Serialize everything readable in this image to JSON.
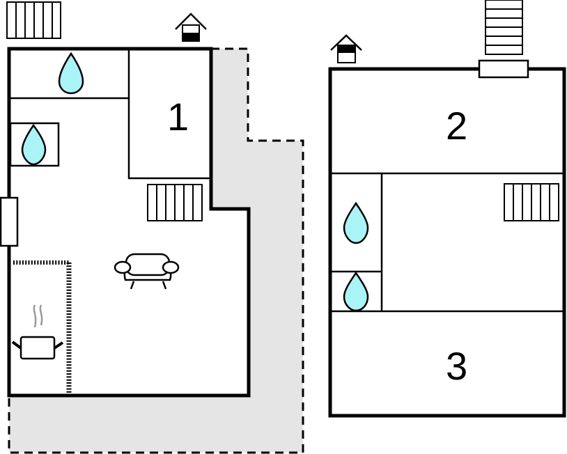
{
  "floor_plan": {
    "colors": {
      "wall": "#000000",
      "outdoor_area": "#e5e5e5",
      "water_drop": "#aaf4f8",
      "steam": "#999999",
      "background": "#ffffff"
    },
    "left_floor": {
      "rooms": [
        {
          "id": "room-1",
          "label": "1"
        }
      ],
      "icons": [
        "staircase-icon",
        "floor-indicator-icon",
        "water-drop-icon",
        "water-drop-icon",
        "staircase-icon",
        "armchair-icon",
        "cooking-pot-icon",
        "window-icon"
      ],
      "terrace": "dashed-outline-shaded"
    },
    "right_floor": {
      "rooms": [
        {
          "id": "room-2",
          "label": "2"
        },
        {
          "id": "room-3",
          "label": "3"
        }
      ],
      "icons": [
        "floor-indicator-icon",
        "staircase-icon",
        "door-icon",
        "water-drop-icon",
        "water-drop-icon",
        "staircase-icon"
      ]
    }
  }
}
